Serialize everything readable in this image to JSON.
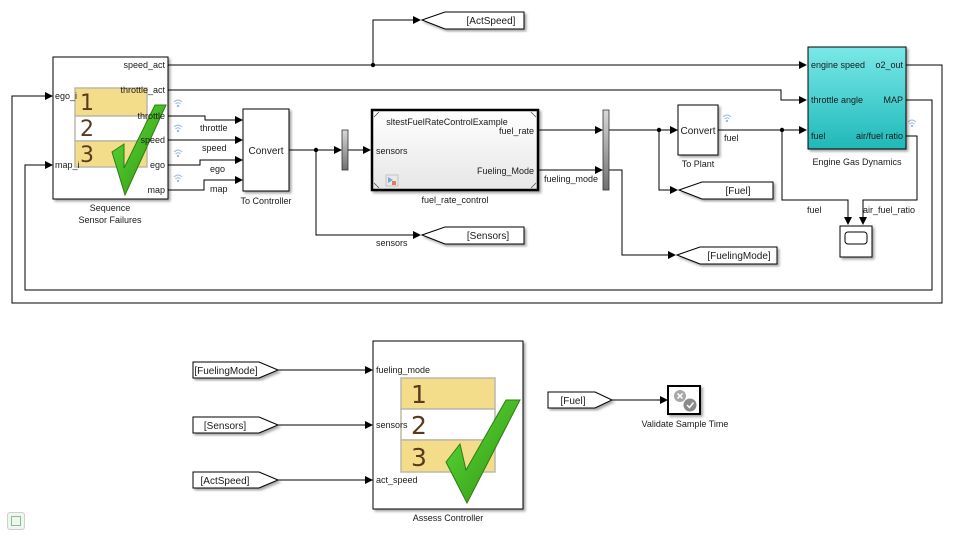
{
  "canvas": {
    "background": "#ffffff"
  },
  "blocks": {
    "sequence": {
      "name_line1": "Sequence",
      "name_line2": "Sensor Failures",
      "inputs": [
        "ego_i",
        "map_i"
      ],
      "outputs": [
        "speed_act",
        "throttle_act",
        "throttle",
        "speed",
        "ego",
        "map"
      ],
      "rows": [
        "1",
        "2",
        "3"
      ]
    },
    "to_controller": {
      "name": "To Controller",
      "text": "Convert"
    },
    "fuel_rate_control": {
      "name": "fuel_rate_control",
      "model": "sltestFuelRateControlExample",
      "input": "sensors",
      "outputs": [
        "fuel_rate",
        "Fueling_Mode"
      ]
    },
    "to_plant": {
      "name": "To Plant",
      "text": "Convert"
    },
    "engine": {
      "name": "Engine Gas Dynamics",
      "inputs": [
        "engine speed",
        "throttle angle",
        "fuel"
      ],
      "outputs": [
        "o2_out",
        "MAP",
        "air/fuel ratio"
      ],
      "color": "#3ccfcf"
    },
    "assess": {
      "name": "Assess Controller",
      "inputs": [
        "fueling_mode",
        "sensors",
        "act_speed"
      ],
      "rows": [
        "1",
        "2",
        "3"
      ]
    },
    "validate": {
      "name": "Validate Sample Time"
    }
  },
  "signals": {
    "throttle": "throttle",
    "speed": "speed",
    "ego": "ego",
    "map": "map",
    "sensors": "sensors",
    "fueling_mode": "fueling_mode",
    "fuel": "fuel",
    "fuel_scope": "fuel",
    "air_fuel_ratio": "air_fuel_ratio"
  },
  "goto_tags": {
    "act_speed": "[ActSpeed]",
    "sensors": "[Sensors]",
    "fuel": "[Fuel]",
    "fueling_mode": "[FuelingMode]"
  },
  "from_tags": {
    "fueling_mode": "[FuelingMode]",
    "sensors": "[Sensors]",
    "act_speed": "[ActSpeed]",
    "fuel": "[Fuel]"
  },
  "colors": {
    "row_yellow": "#f3dc8a",
    "check_green": "#3fb51d",
    "engine_cyan": "#3ccfcf"
  }
}
